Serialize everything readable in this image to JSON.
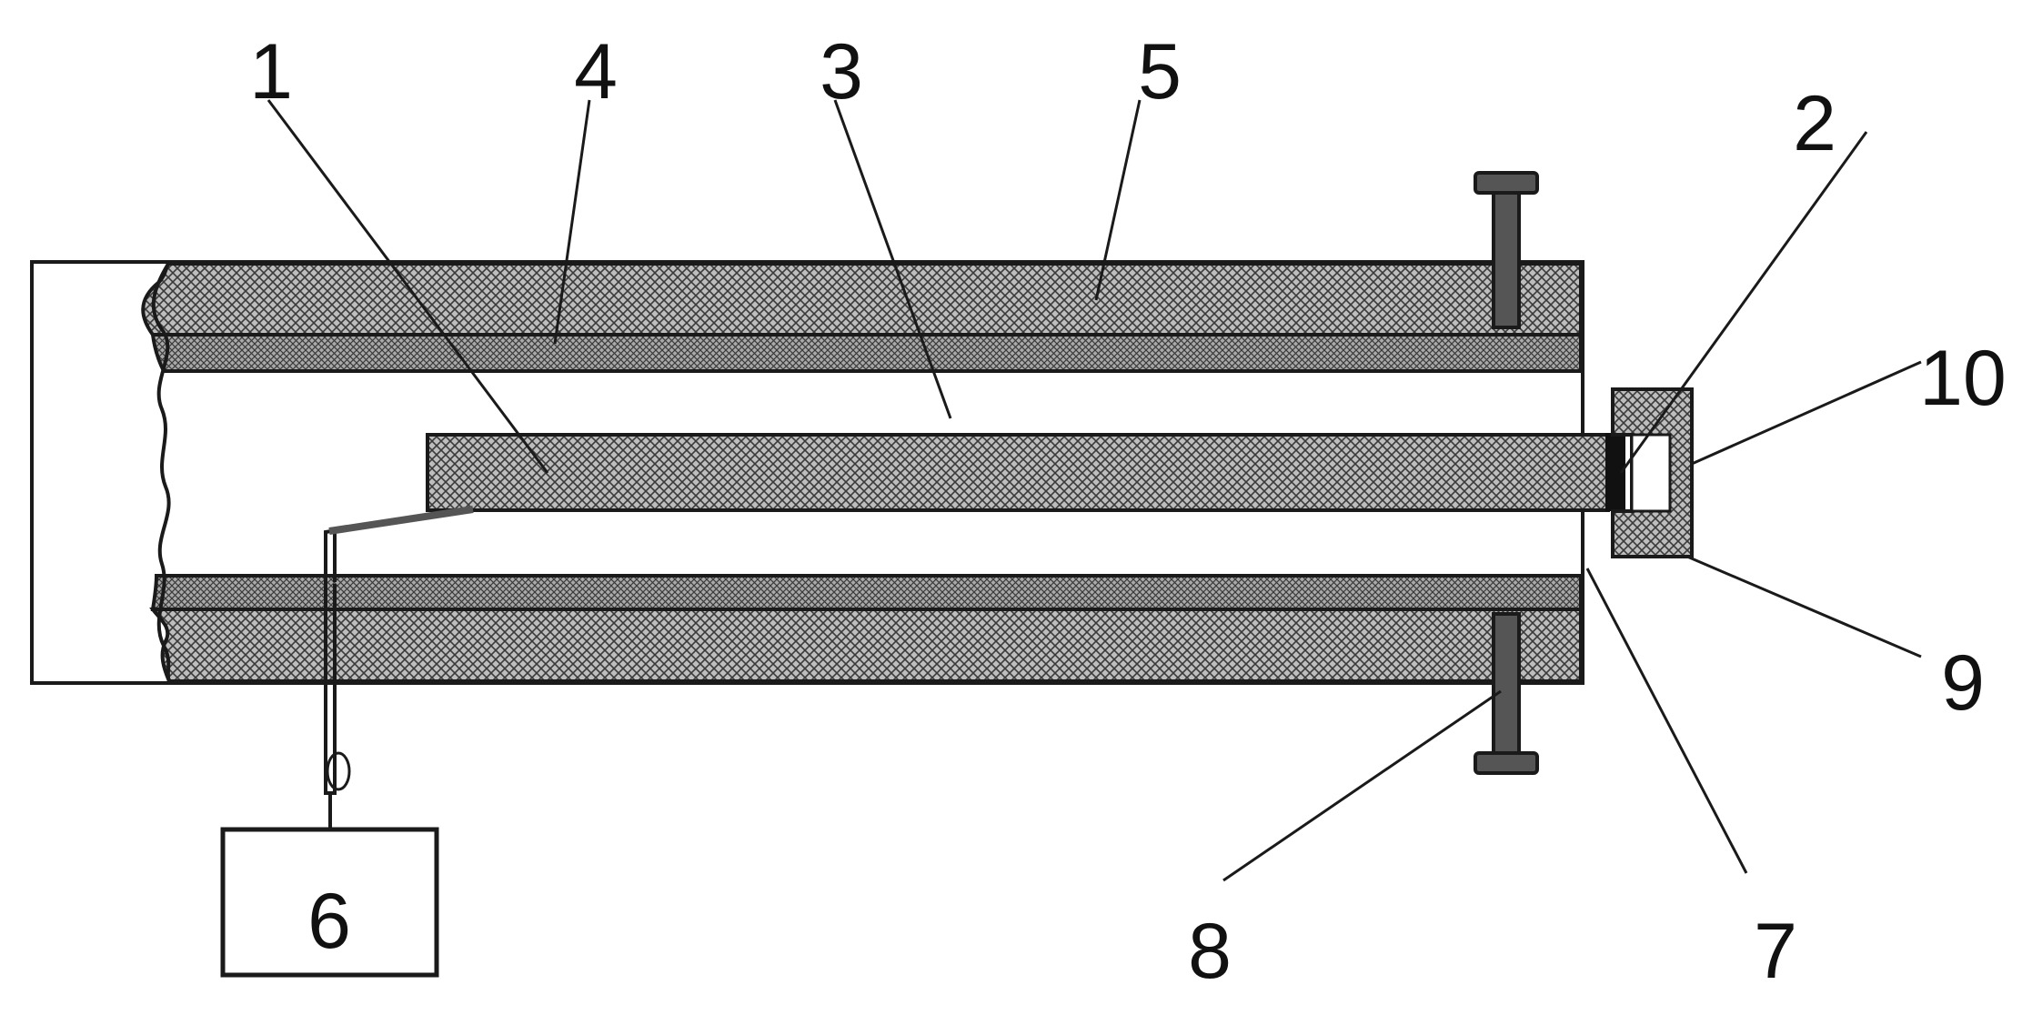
{
  "colors": {
    "line": "#1a1a1a",
    "hatch_fill": "#bdbdbd",
    "hatch_line": "#3a3a3a",
    "dark_part": "#555555",
    "end_cap": "#111111",
    "background": "#ffffff"
  },
  "callouts": [
    {
      "id": "1",
      "label": "1"
    },
    {
      "id": "2",
      "label": "2"
    },
    {
      "id": "3",
      "label": "3"
    },
    {
      "id": "4",
      "label": "4"
    },
    {
      "id": "5",
      "label": "5"
    },
    {
      "id": "6",
      "label": "6"
    },
    {
      "id": "7",
      "label": "7"
    },
    {
      "id": "8",
      "label": "8"
    },
    {
      "id": "9",
      "label": "9"
    },
    {
      "id": "10",
      "label": "10"
    }
  ]
}
